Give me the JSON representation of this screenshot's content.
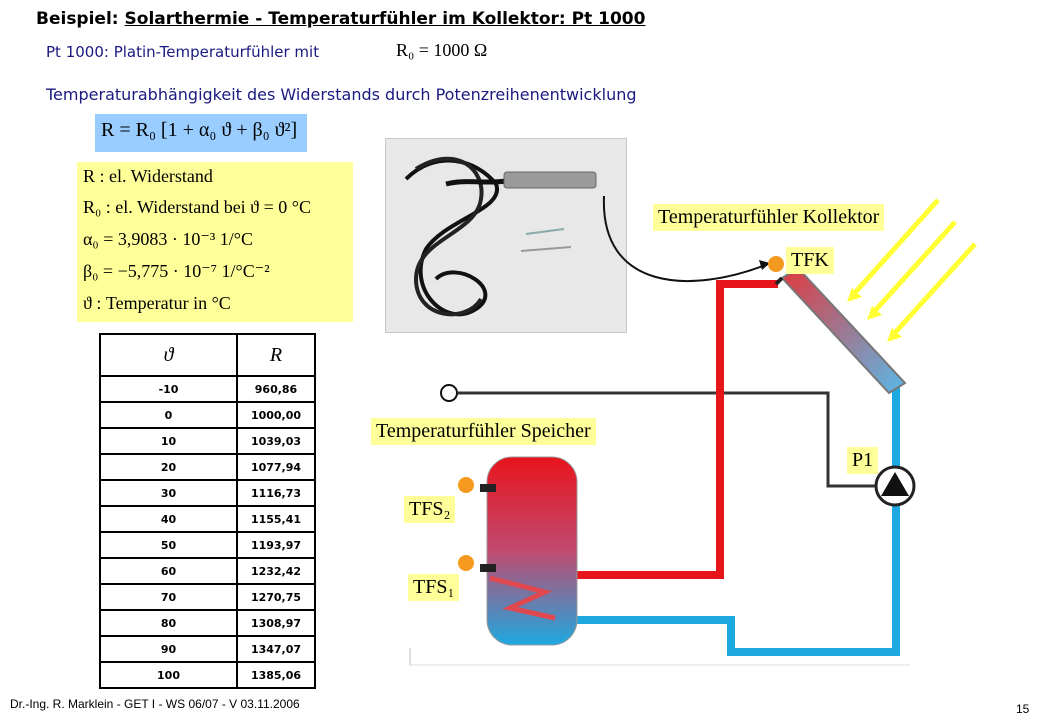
{
  "header": {
    "prefix": "Beispiel: ",
    "title": "Solarthermie - Temperaturfühler im Kollektor: Pt 1000"
  },
  "intro": {
    "line1": "Pt 1000: Platin-Temperaturfühler mit",
    "r0_equation": "R₀ = 1000 Ω",
    "line2": "Temperaturabhängigkeit des Widerstands durch Potenzreihenentwicklung"
  },
  "formula": "R = R₀ [1 + α₀ ϑ + β₀ ϑ²]",
  "legend": [
    "R : el. Widerstand",
    "R₀ : el. Widerstand bei ϑ = 0 °C",
    "α₀ = 3,9083 · 10⁻³ 1/°C",
    "β₀ = −5,775 · 10⁻⁷ 1/°C⁻²",
    "ϑ : Temperatur in °C"
  ],
  "table": {
    "headers": [
      "ϑ",
      "R"
    ],
    "rows": [
      [
        "-10",
        "960,86"
      ],
      [
        "0",
        "1000,00"
      ],
      [
        "10",
        "1039,03"
      ],
      [
        "20",
        "1077,94"
      ],
      [
        "30",
        "1116,73"
      ],
      [
        "40",
        "1155,41"
      ],
      [
        "50",
        "1193,97"
      ],
      [
        "60",
        "1232,42"
      ],
      [
        "70",
        "1270,75"
      ],
      [
        "80",
        "1308,97"
      ],
      [
        "90",
        "1347,07"
      ],
      [
        "100",
        "1385,06"
      ]
    ]
  },
  "diagram": {
    "label_collector_sensor": "Temperaturfühler Kollektor",
    "label_tfk": "TFK",
    "label_storage_sensor": "Temperaturfühler Speicher",
    "label_pump": "P1",
    "label_tfs2": "TFS₂",
    "label_tfs1": "TFS₁",
    "colors": {
      "hot": "#e8141c",
      "cold": "#1ea8e0",
      "sensor": "#f59a1e",
      "sun": "#ffff33"
    }
  },
  "footer": {
    "left": "Dr.-Ing. R. Marklein - GET I - WS 06/07 - V 03.11.2006",
    "page": "15"
  }
}
